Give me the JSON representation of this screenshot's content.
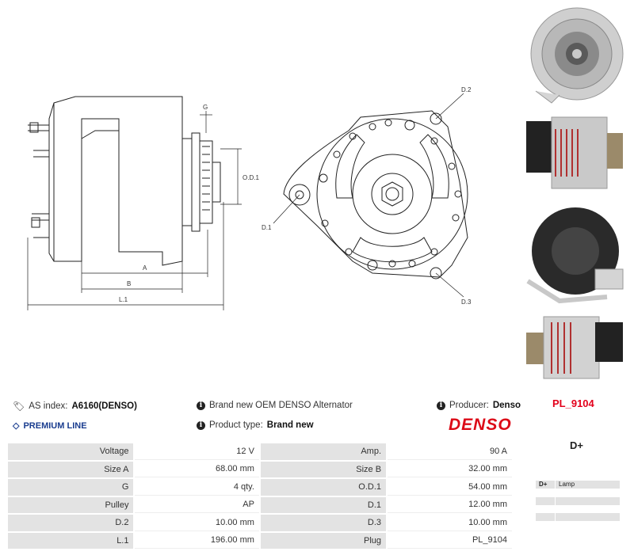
{
  "drawing": {
    "labels": {
      "g": "G",
      "od1": "O.D.1",
      "a": "A",
      "b": "B",
      "l1": "L.1",
      "d1": "D.1",
      "d2": "D.2",
      "d3": "D.3"
    }
  },
  "info": {
    "as_index_label": "AS index:",
    "as_index_value": "A6160(DENSO)",
    "premium_line": "PREMIUM LINE",
    "description": "Brand new OEM DENSO Alternator",
    "product_type_label": "Product type:",
    "product_type_value": "Brand new",
    "producer_label": "Producer:",
    "producer_value": "Denso",
    "brand_logo": "DENSO",
    "plug_code": "PL_9104"
  },
  "specs": {
    "rows": [
      [
        {
          "label": "Voltage",
          "value": "12 V"
        },
        {
          "label": "Amp.",
          "value": "90 A"
        }
      ],
      [
        {
          "label": "Size A",
          "value": "68.00 mm"
        },
        {
          "label": "Size B",
          "value": "32.00 mm"
        }
      ],
      [
        {
          "label": "G",
          "value": "4 qty."
        },
        {
          "label": "O.D.1",
          "value": "54.00 mm"
        }
      ],
      [
        {
          "label": "Pulley",
          "value": "AP"
        },
        {
          "label": "D.1",
          "value": "12.00 mm"
        }
      ],
      [
        {
          "label": "D.2",
          "value": "10.00 mm"
        },
        {
          "label": "D.3",
          "value": "10.00 mm"
        }
      ],
      [
        {
          "label": "L.1",
          "value": "196.00 mm"
        },
        {
          "label": "Plug",
          "value": "PL_9104"
        }
      ]
    ]
  },
  "plug": {
    "title": "D+",
    "pins": [
      {
        "pin": "D+",
        "desc": "Lamp"
      },
      {
        "pin": "",
        "desc": ""
      },
      {
        "pin": "",
        "desc": ""
      }
    ]
  },
  "colors": {
    "brand_red": "#dc0a17",
    "premium_blue": "#1a3d8f",
    "table_label_bg": "#e3e3e3"
  }
}
